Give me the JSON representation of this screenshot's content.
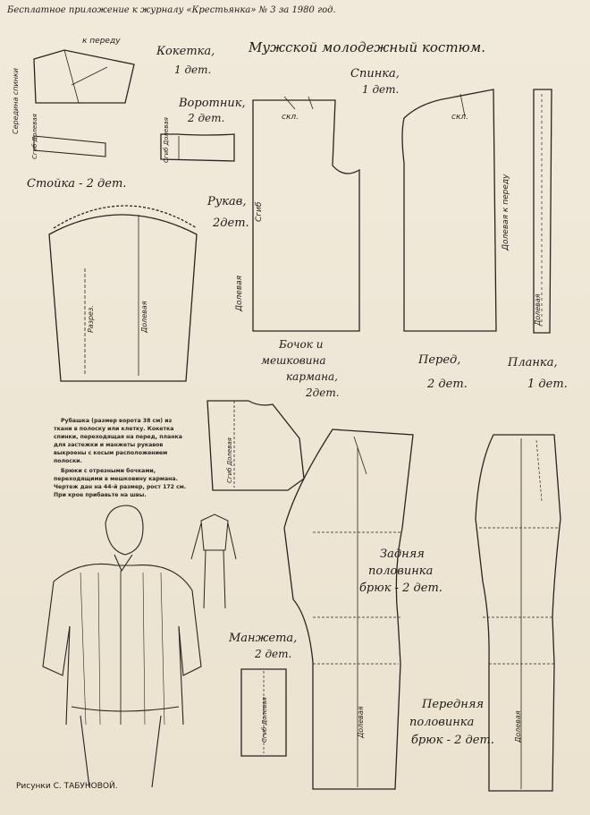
{
  "header": {
    "publication": "Бесплатное приложение к журналу «Крестьянка» № 3 за 1980 год.",
    "title": "Мужской молодежный костюм."
  },
  "pieces": {
    "yoke": {
      "name": "Кокетка,",
      "count": "1 дет."
    },
    "collar": {
      "name": "Воротник,",
      "count": "2 дет."
    },
    "stand": {
      "name": "Стойка - 2 дет."
    },
    "back": {
      "name": "Спинка,",
      "count": "1 дет."
    },
    "sleeve": {
      "name": "Рукав,",
      "count": "2дет."
    },
    "front": {
      "name": "Перед,",
      "count": "2 дет."
    },
    "placket": {
      "name": "Планка,",
      "count": "1 дет."
    },
    "pocket": {
      "line1": "Бочок и",
      "line2": "мешковина",
      "line3": "кармана,",
      "count": "2дет."
    },
    "cuff": {
      "name": "Манжета,",
      "count": "2 дет."
    },
    "back_pants": {
      "line1": "Задняя",
      "line2": "половинка",
      "line3": "брюк - 2 дет."
    },
    "front_pants": {
      "line1": "Передняя",
      "line2": "половинка",
      "line3": "брюк - 2 дет."
    }
  },
  "labels": {
    "fold": "Сгиб",
    "grain": "Долевая",
    "grain_front": "Долевая к переду",
    "to_front": "к переду",
    "center_back": "Середина спинки",
    "fold_grain": "Сгиб Долевая",
    "slit": "Разрез.",
    "pleat": "скл."
  },
  "description": {
    "p1": "Рубашка (размер ворота 38 см) из ткани в полоску или клетку. Кокетка спинки, переходящая на перед, планка для застежки и манжеты рукавов выкроены с косым расположением полоски.",
    "p2": "Брюки с отрезными бочками, переходящими в мешковину кармана. Чертеж дан на 44-й размер, рост 172 см. При крое прибавьте на швы."
  },
  "credit": "Рисунки С. ТАБУНОВОЙ."
}
